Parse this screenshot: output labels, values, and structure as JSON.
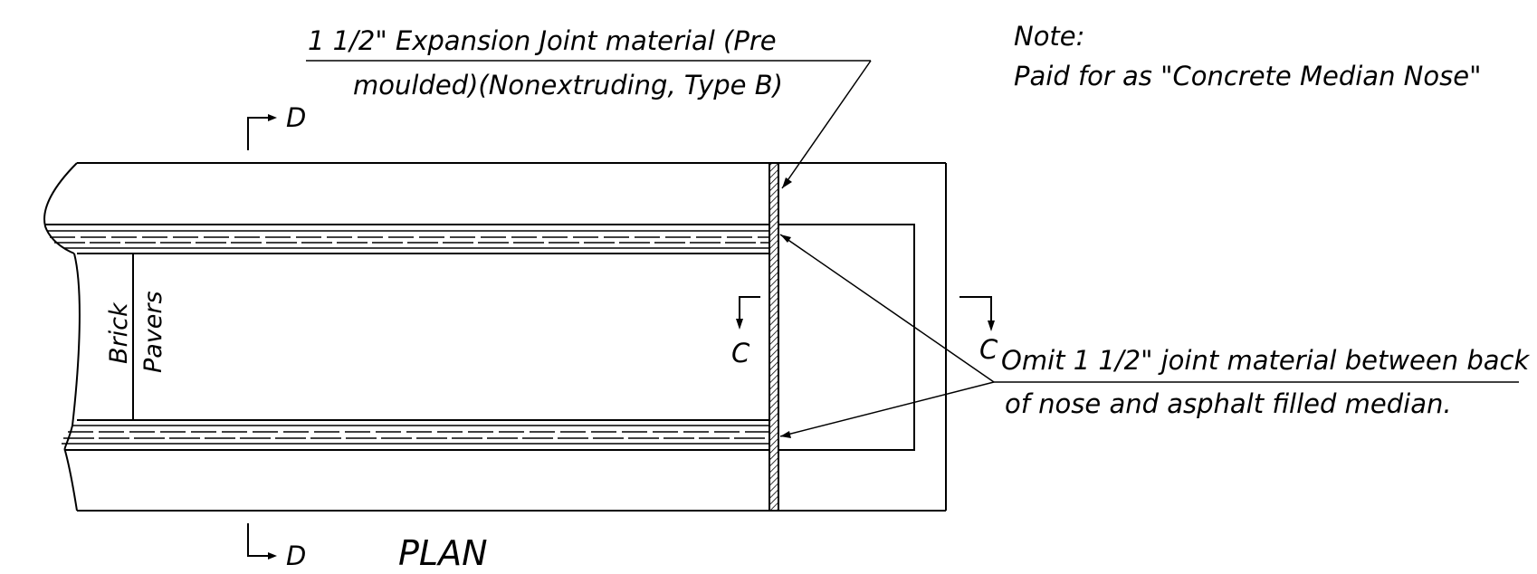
{
  "labels": {
    "joint_material_line1": "1 1/2\"  Expansion Joint material (Pre",
    "joint_material_line2": "moulded)(Nonextruding, Type B)",
    "note_title": "Note:",
    "note_body": "Paid for as \"Concrete Median Nose\"",
    "section_d_top": "D",
    "section_d_bottom": "D",
    "section_c_left": "C",
    "section_c_right": "C",
    "brick": "Brick",
    "pavers": "Pavers",
    "omit_line1": "Omit 1 1/2\" joint material between back",
    "omit_line2": "of nose and asphalt filled median.",
    "view_title": "PLAN"
  }
}
